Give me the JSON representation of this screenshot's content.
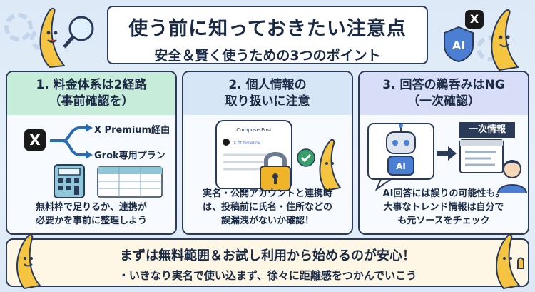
{
  "header": {
    "title": "使う前に知っておきたい注意点",
    "subtitle": "安全＆賢く使うための3つのポイント",
    "ai_badge": "AI",
    "x_logo": "X"
  },
  "cards": [
    {
      "heading_line1": "1. 料金体系は2経路",
      "heading_line2": "（事前確認を）",
      "x_logo": "X",
      "route_1": "X Premium経由",
      "route_2": "Grok専用プラン",
      "text_line1": "無料枠で足りるか、連携が",
      "text_line2": "必要かを事前に整理しよう",
      "accent": "#c7ecd9"
    },
    {
      "heading_line1": "2. 個人情報の",
      "heading_line2": "取り扱いに注意",
      "phone_title": "Compose Post",
      "phone_hint": "X fit timeline",
      "text_line1": "実名・公開アカウントと連携時",
      "text_line2": "は、投稿前に氏名・住所などの",
      "text_line3": "誤漏洩がないか確認！",
      "accent": "#d6e6f7"
    },
    {
      "heading_line1": "3. 回答の鵜呑みはNG",
      "heading_line2": "（一次確認）",
      "robot_badge": "AI",
      "source_label": "一次情報",
      "text_line1": "AI回答には誤りの可能性も。",
      "text_line2": "大事なトレンド情報は自分で",
      "text_line3": "も元ソースをチェック",
      "accent": "#d8def7"
    }
  ],
  "footer": {
    "main": "まずは無料範囲＆お試し利用から始めるのが安心！",
    "sub": "・いきなり実名で使い込まず、徐々に距離感をつかんでいこう"
  },
  "icons": [
    "magnifier-icon",
    "banana-mascot-icon",
    "shield-icon",
    "x-logo-icon",
    "arrow-icon",
    "calculator-icon",
    "table-icon",
    "phone-icon",
    "padlock-icon",
    "check-icon",
    "robot-icon",
    "document-icon",
    "thinking-person-icon",
    "gear-icon",
    "thumbs-up-icon"
  ]
}
